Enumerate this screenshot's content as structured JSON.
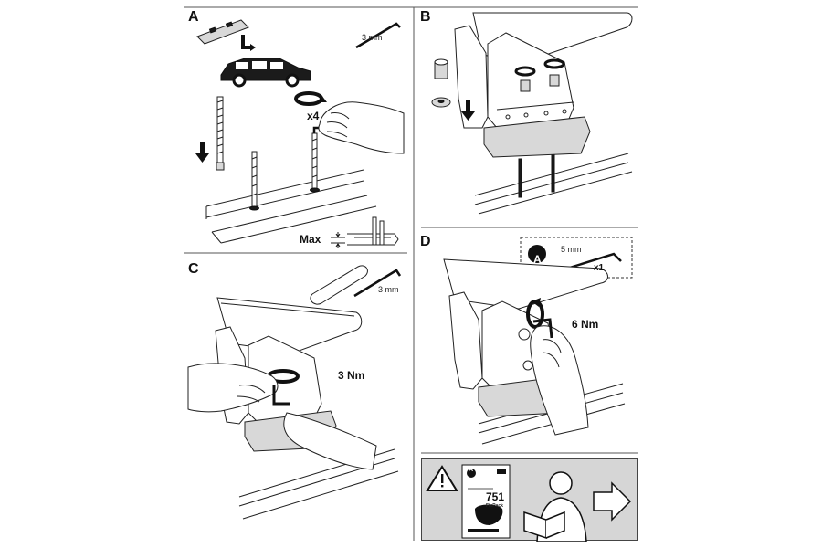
{
  "panels": {
    "a": {
      "label": "A",
      "tool_size": "3 mm",
      "count": "x4",
      "max_label": "Max"
    },
    "b": {
      "label": "B"
    },
    "c": {
      "label": "C",
      "tool_size": "3 mm",
      "torque": "3 Nm"
    },
    "d": {
      "label": "D",
      "badge_letter": "A",
      "tool_size": "5 mm",
      "tool_count": "x1",
      "torque": "6 Nm"
    }
  },
  "booklet": {
    "badge_letter": "A",
    "model_number": "751",
    "model_name": "FixPack"
  }
}
